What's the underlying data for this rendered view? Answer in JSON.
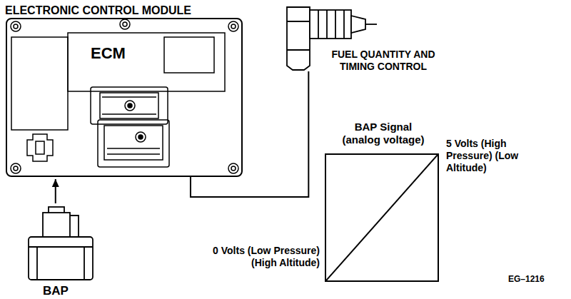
{
  "diagram": {
    "nodes": [
      {
        "text": [
          "ELECTRONIC CONTROL MODULE",
          "ECM"
        ]
      },
      {
        "text": [
          "BAP"
        ]
      },
      {
        "text": [
          "FUEL QUANTITY AND TIMING CONTROL"
        ]
      },
      {
        "text": [
          "BAP Signal (analog voltage)"
        ]
      }
    ],
    "edges": [
      {
        "from": 1,
        "to": 0,
        "arrow": "to"
      },
      {
        "from": 0,
        "to": 2,
        "arrow": "none"
      }
    ],
    "labels": [
      "5 Volts (High Pressure) (Low Altitude)",
      "0 Volts (Low Pressure) (High Altitude)",
      "EG–1216"
    ]
  }
}
